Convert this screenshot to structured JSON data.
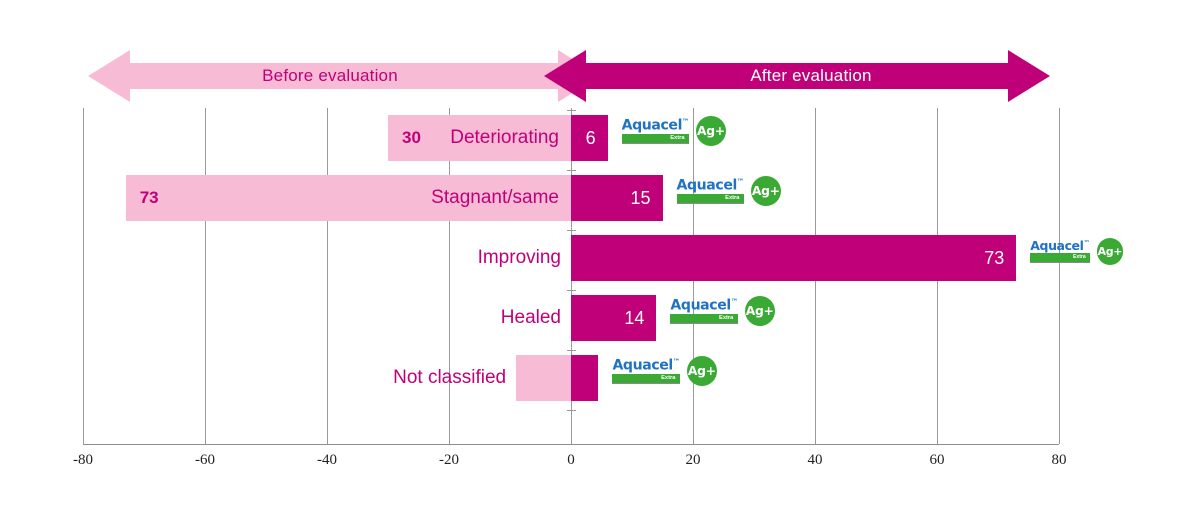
{
  "banner": {
    "before_label": "Before evaluation",
    "after_label": "After evaluation",
    "before_color": "#F8BBD5",
    "after_color": "#C00078"
  },
  "logo": {
    "brand": "Aquacel",
    "tm": "™",
    "variant": "Extra",
    "badge": "Ag+",
    "brand_color": "#1F72C4",
    "variant_color": "#3AAA35",
    "badge_color": "#3AAA35"
  },
  "chart_data": {
    "type": "bar",
    "orientation": "horizontal",
    "title": "",
    "xlabel": "",
    "ylabel": "",
    "xlim": [
      -80,
      80
    ],
    "xticks": [
      "-80",
      "-60",
      "-40",
      "-20",
      "0",
      "20",
      "40",
      "60",
      "80"
    ],
    "grid": true,
    "legend_position": "top",
    "categories": [
      "Deteriorating",
      "Stagnant/same",
      "Improving",
      "Healed",
      "Not classified"
    ],
    "series": [
      {
        "name": "Before evaluation",
        "color": "#F8BBD5",
        "values": [
          -30,
          -73,
          0,
          0,
          -9
        ],
        "labels": [
          "30",
          "73",
          "",
          "",
          ""
        ]
      },
      {
        "name": "After evaluation",
        "color": "#C00078",
        "values": [
          6,
          15,
          73,
          14,
          4.5
        ],
        "labels": [
          "6",
          "15",
          "73",
          "14",
          ""
        ]
      }
    ],
    "rows": [
      {
        "category": "Deteriorating",
        "before_value": -30,
        "before_label": "30",
        "after_value": 6,
        "after_label": "6",
        "category_inside": true
      },
      {
        "category": "Stagnant/same",
        "before_value": -73,
        "before_label": "73",
        "after_value": 15,
        "after_label": "15",
        "category_inside": true
      },
      {
        "category": "Improving",
        "before_value": 0,
        "before_label": "",
        "after_value": 73,
        "after_label": "73",
        "category_inside": false
      },
      {
        "category": "Healed",
        "before_value": 0,
        "before_label": "",
        "after_value": 14,
        "after_label": "14",
        "category_inside": false
      },
      {
        "category": "Not classified",
        "before_value": -9,
        "before_label": "",
        "after_value": 4.5,
        "after_label": "",
        "category_inside": false
      }
    ]
  }
}
